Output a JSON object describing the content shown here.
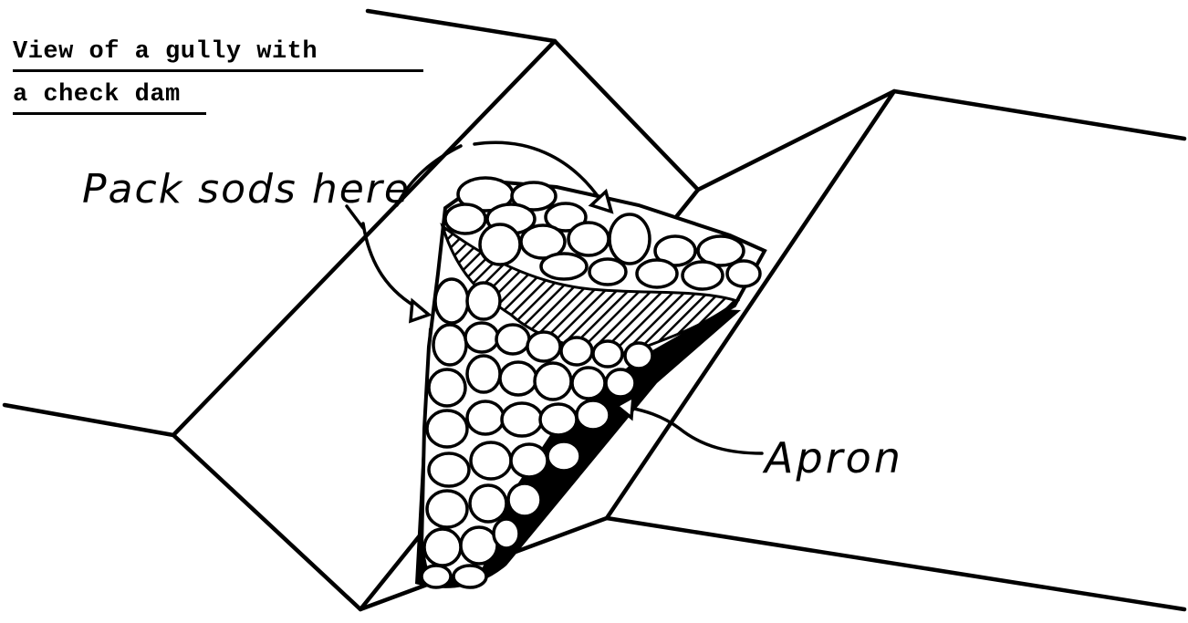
{
  "title": {
    "line1": "View of a gully with",
    "line2": "a check dam"
  },
  "labels": {
    "pack_sods": "Pack sods here",
    "apron": "Apron"
  },
  "colors": {
    "ink": "#000000",
    "paper": "#ffffff"
  }
}
